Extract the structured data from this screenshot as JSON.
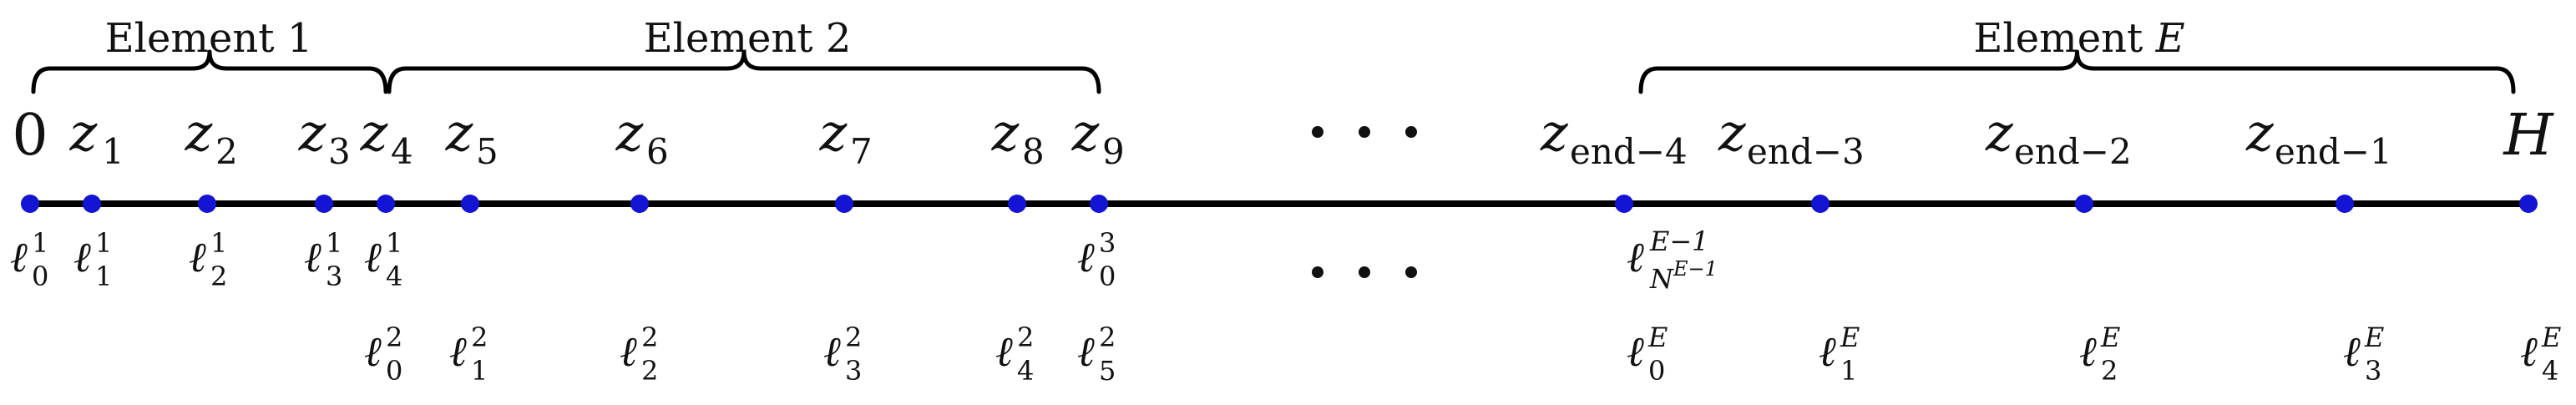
{
  "diagram": {
    "elements": [
      {
        "label": "Element 1",
        "label_main": "Element",
        "label_var": "1",
        "var_italic": false
      },
      {
        "label": "Element 2",
        "label_main": "Element",
        "label_var": "2",
        "var_italic": false
      },
      {
        "label": "Element E",
        "label_main": "Element",
        "label_var": "E",
        "var_italic": true
      }
    ],
    "ellipsis": "• • •",
    "nodes": [
      {
        "top_main": "0",
        "top_sub": "",
        "top_style": "upright"
      },
      {
        "top_main": "z",
        "top_sub": "1",
        "top_style": "italic"
      },
      {
        "top_main": "z",
        "top_sub": "2",
        "top_style": "italic"
      },
      {
        "top_main": "z",
        "top_sub": "3",
        "top_style": "italic"
      },
      {
        "top_main": "z",
        "top_sub": "4",
        "top_style": "italic"
      },
      {
        "top_main": "z",
        "top_sub": "5",
        "top_style": "italic"
      },
      {
        "top_main": "z",
        "top_sub": "6",
        "top_style": "italic"
      },
      {
        "top_main": "z",
        "top_sub": "7",
        "top_style": "italic"
      },
      {
        "top_main": "z",
        "top_sub": "8",
        "top_style": "italic"
      },
      {
        "top_main": "z",
        "top_sub": "9",
        "top_style": "italic"
      },
      {
        "top_main": "z",
        "top_sub": "end−4",
        "top_style": "italic"
      },
      {
        "top_main": "z",
        "top_sub": "end−3",
        "top_style": "italic"
      },
      {
        "top_main": "z",
        "top_sub": "end−2",
        "top_style": "italic"
      },
      {
        "top_main": "z",
        "top_sub": "end−1",
        "top_style": "italic"
      },
      {
        "top_main": "H",
        "top_sub": "",
        "top_style": "italic"
      }
    ],
    "basis_row1": [
      {
        "sym": "ℓ",
        "sub": "0",
        "sup": "1"
      },
      {
        "sym": "ℓ",
        "sub": "1",
        "sup": "1"
      },
      {
        "sym": "ℓ",
        "sub": "2",
        "sup": "1"
      },
      {
        "sym": "ℓ",
        "sub": "3",
        "sup": "1"
      },
      {
        "sym": "ℓ",
        "sub": "4",
        "sup": "1"
      },
      {
        "sym": "ℓ",
        "sub": "0",
        "sup": "3"
      },
      {
        "sym": "ℓ",
        "sub": "N",
        "sub_sup": "E−1",
        "sup": "E−1"
      }
    ],
    "basis_row2": [
      {
        "sym": "ℓ",
        "sub": "0",
        "sup": "2"
      },
      {
        "sym": "ℓ",
        "sub": "1",
        "sup": "2"
      },
      {
        "sym": "ℓ",
        "sub": "2",
        "sup": "2"
      },
      {
        "sym": "ℓ",
        "sub": "3",
        "sup": "2"
      },
      {
        "sym": "ℓ",
        "sub": "4",
        "sup": "2"
      },
      {
        "sym": "ℓ",
        "sub": "5",
        "sup": "2"
      },
      {
        "sym": "ℓ",
        "sub": "0",
        "sup": "E"
      },
      {
        "sym": "ℓ",
        "sub": "1",
        "sup": "E"
      },
      {
        "sym": "ℓ",
        "sub": "2",
        "sup": "E"
      },
      {
        "sym": "ℓ",
        "sub": "3",
        "sup": "E"
      },
      {
        "sym": "ℓ",
        "sub": "4",
        "sup": "E"
      }
    ],
    "colors": {
      "line": "#000000",
      "node": "#1414d4",
      "text": "#111111"
    }
  }
}
